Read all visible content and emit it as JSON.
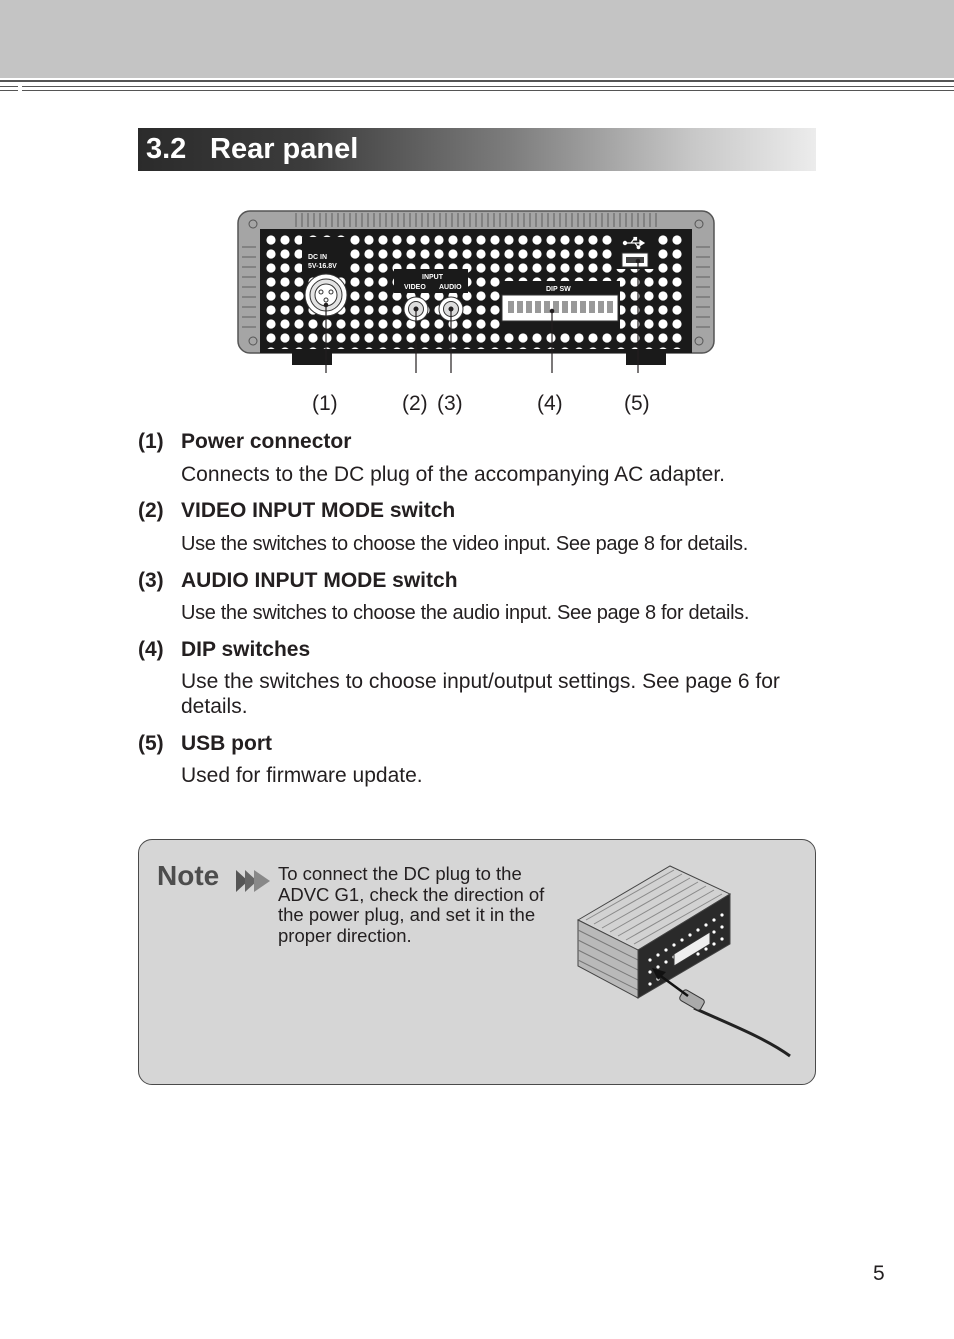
{
  "section": {
    "number": "3.2",
    "title": "Rear panel"
  },
  "diagram": {
    "panel_labels": {
      "dc_in": "DC IN",
      "dc_range": "5V-16.8V",
      "input": "INPUT",
      "video": "VIDEO",
      "audio": "AUDIO",
      "dip_sw": "DIP SW"
    },
    "callouts": [
      "(1)",
      "(2)",
      "(3)",
      "(4)",
      "(5)"
    ]
  },
  "items": [
    {
      "number": "(1)",
      "heading": "Power connector",
      "description": "Connects to the DC plug of the accompanying AC adapter."
    },
    {
      "number": "(2)",
      "heading": "VIDEO INPUT MODE switch",
      "description": "Use the switches to choose the video input. See page 8 for details."
    },
    {
      "number": "(3)",
      "heading": "AUDIO INPUT MODE switch",
      "description": "Use the switches to choose the audio input. See page 8 for details."
    },
    {
      "number": "(4)",
      "heading": "DIP switches",
      "description": "Use the switches to choose input/output settings. See page 6 for details."
    },
    {
      "number": "(5)",
      "heading": "USB port",
      "description": "Used for firmware update."
    }
  ],
  "note": {
    "label": "Note",
    "text": "To connect the DC plug to the ADVC G1, check the direction of the power plug, and set it in the proper direction."
  },
  "page_number": "5",
  "icons": [
    "note-arrow-icon",
    "usb-icon"
  ]
}
